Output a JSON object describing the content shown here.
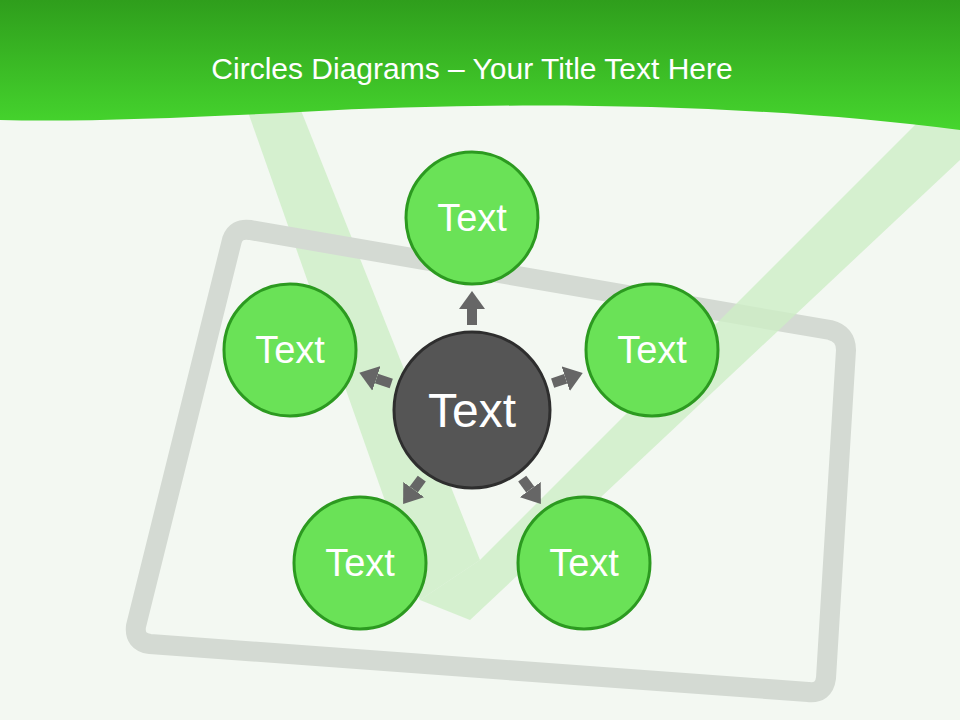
{
  "diagram": {
    "title": "Circles Diagrams – Your Title Text Here",
    "nodes": [
      {
        "text": [
          "Text"
        ]
      },
      {
        "text": [
          "Text"
        ]
      },
      {
        "text": [
          "Text"
        ]
      },
      {
        "text": [
          "Text"
        ]
      },
      {
        "text": [
          "Text"
        ]
      },
      {
        "text": [
          "Text"
        ]
      }
    ],
    "edges": [
      {
        "from": 3,
        "to": 0,
        "arrow": "to"
      },
      {
        "from": 3,
        "to": 1,
        "arrow": "to"
      },
      {
        "from": 3,
        "to": 2,
        "arrow": "to"
      },
      {
        "from": 3,
        "to": 4,
        "arrow": "to"
      },
      {
        "from": 3,
        "to": 5,
        "arrow": "to"
      }
    ]
  }
}
